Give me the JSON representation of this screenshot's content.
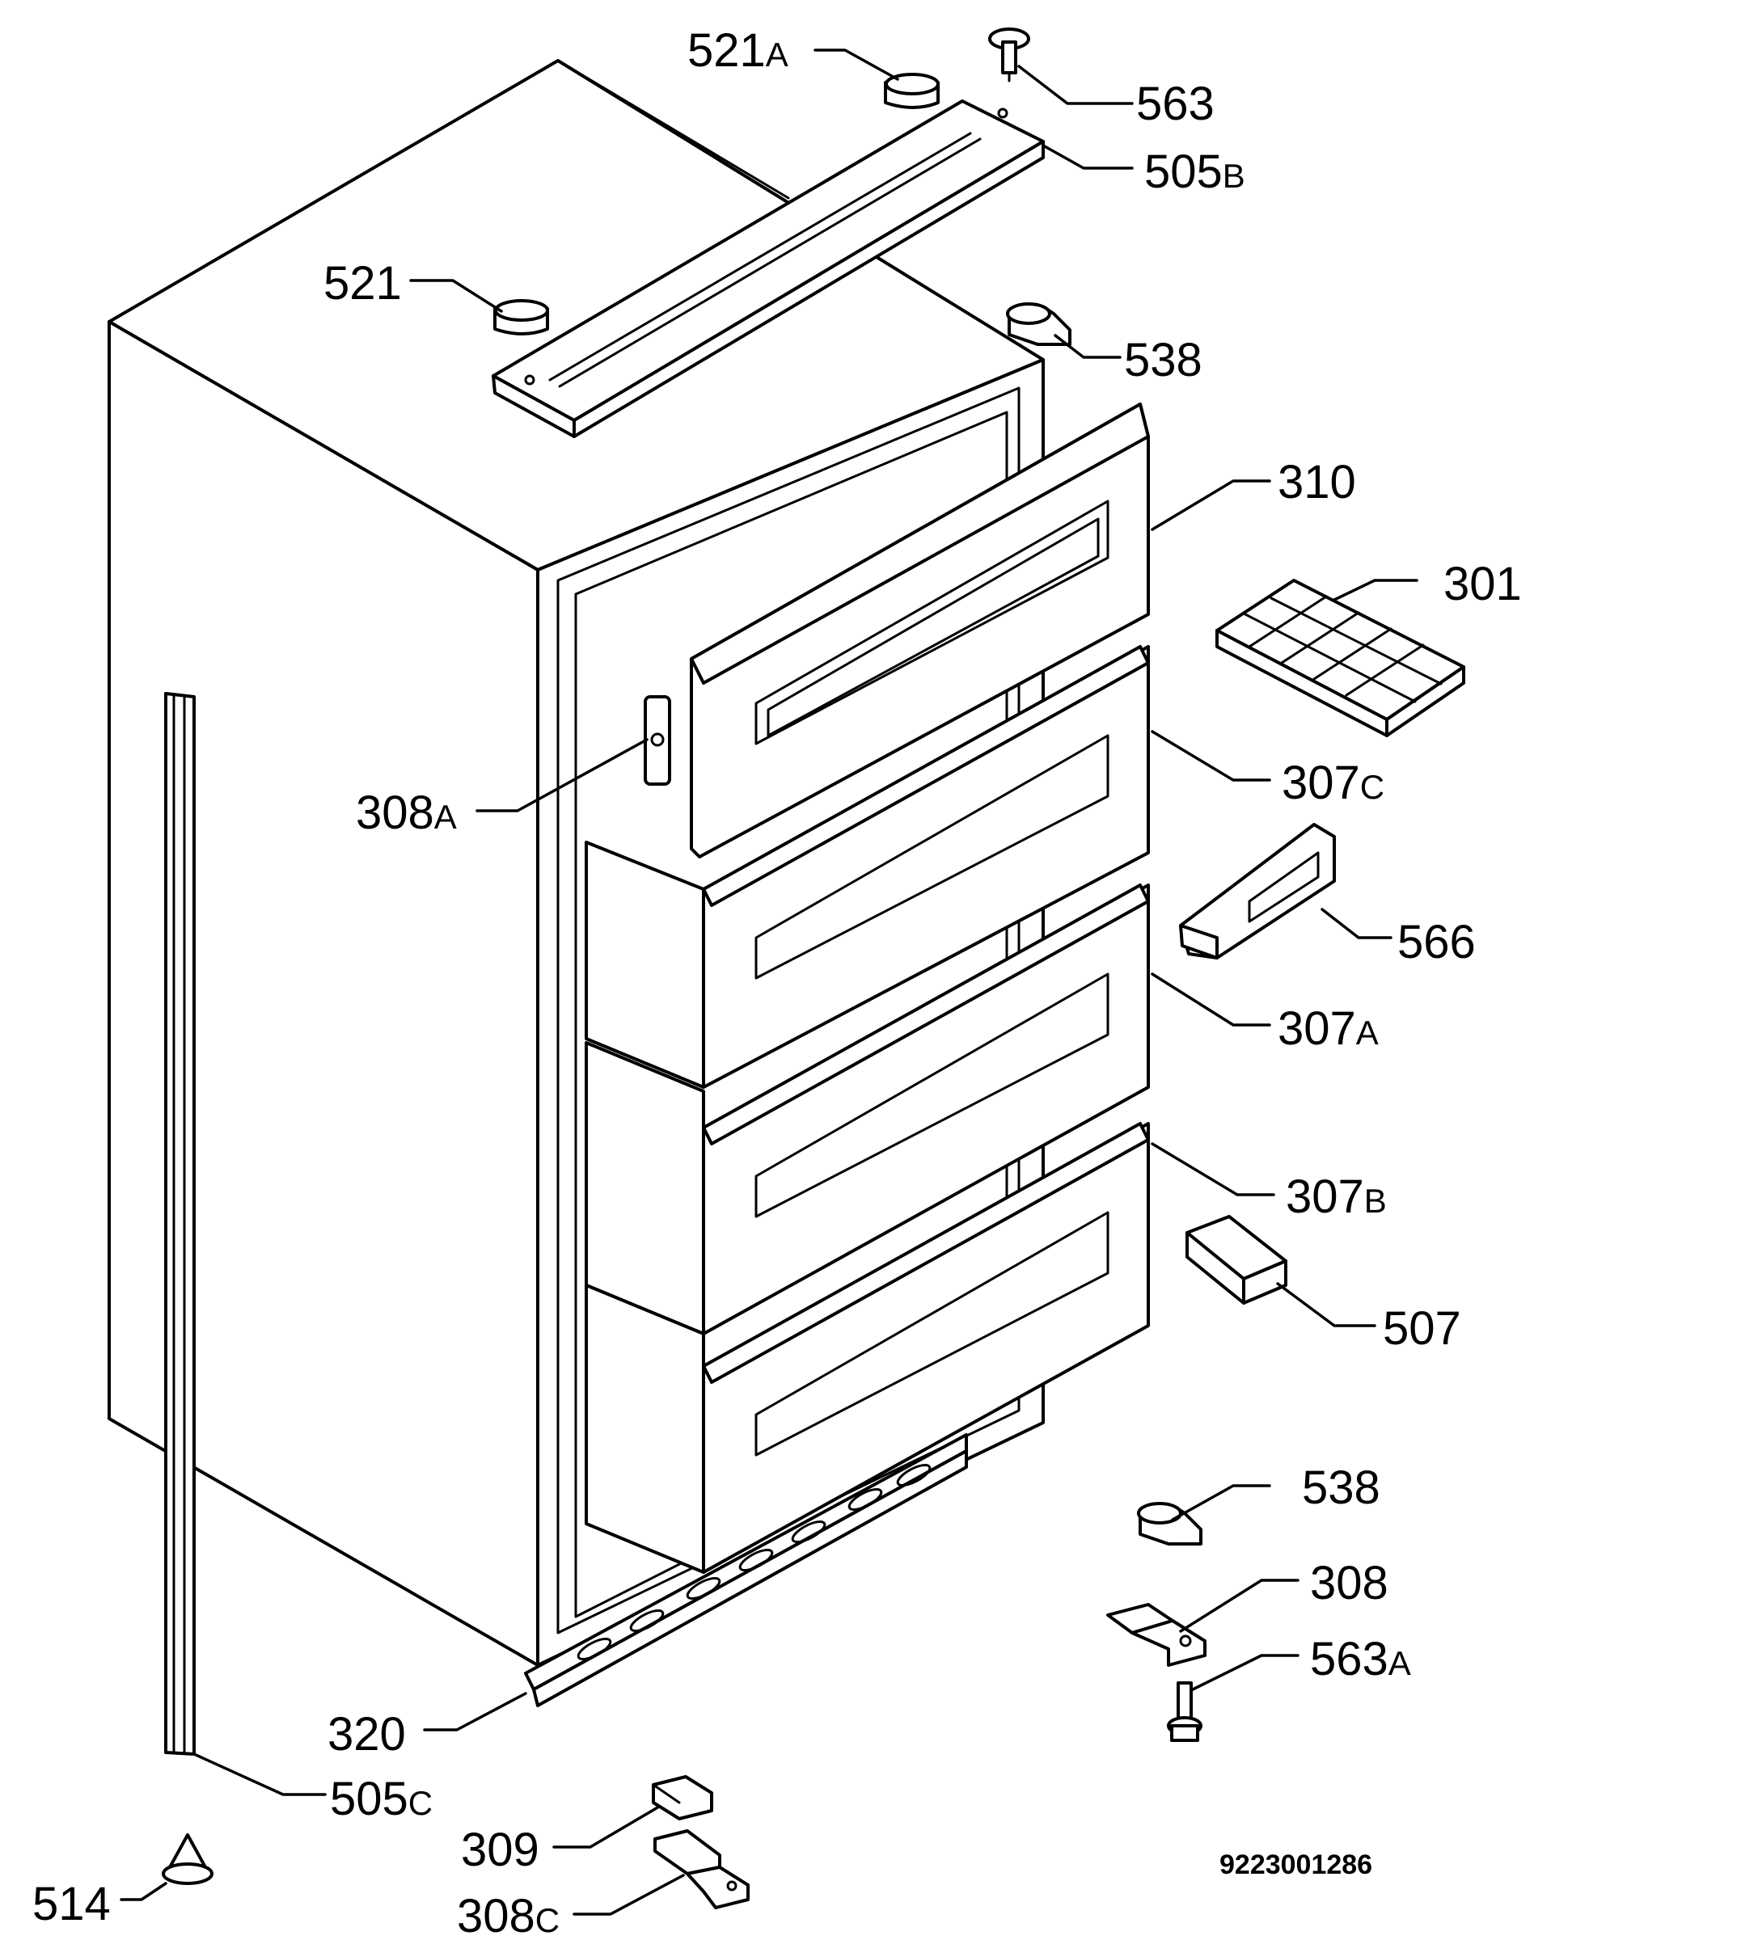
{
  "callouts": {
    "c521A": {
      "num": "521",
      "suffix": "A"
    },
    "c563": {
      "num": "563",
      "suffix": ""
    },
    "c505B": {
      "num": "505",
      "suffix": "B"
    },
    "c521": {
      "num": "521",
      "suffix": ""
    },
    "c538top": {
      "num": "538",
      "suffix": ""
    },
    "c310": {
      "num": "310",
      "suffix": ""
    },
    "c301": {
      "num": "301",
      "suffix": ""
    },
    "c307C": {
      "num": "307",
      "suffix": "C"
    },
    "c308A": {
      "num": "308",
      "suffix": "A"
    },
    "c566": {
      "num": "566",
      "suffix": ""
    },
    "c307A": {
      "num": "307",
      "suffix": "A"
    },
    "c307B": {
      "num": "307",
      "suffix": "B"
    },
    "c507": {
      "num": "507",
      "suffix": ""
    },
    "c538bot": {
      "num": "538",
      "suffix": ""
    },
    "c308": {
      "num": "308",
      "suffix": ""
    },
    "c563A": {
      "num": "563",
      "suffix": "A"
    },
    "c320": {
      "num": "320",
      "suffix": ""
    },
    "c505C": {
      "num": "505",
      "suffix": "C"
    },
    "c309": {
      "num": "309",
      "suffix": ""
    },
    "c514": {
      "num": "514",
      "suffix": ""
    },
    "c308C": {
      "num": "308",
      "suffix": "C"
    }
  },
  "document_number": "9223001286"
}
